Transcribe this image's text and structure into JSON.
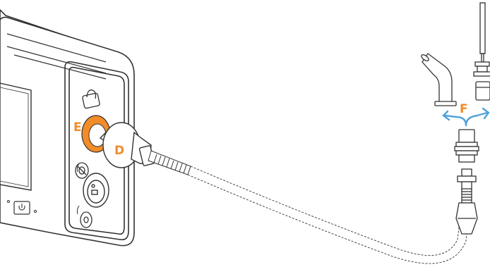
{
  "labels": {
    "e": "E",
    "d": "D",
    "f": "F"
  },
  "colors": {
    "accent_orange": "#F28C28",
    "accent_blue": "#4FA3D9",
    "outline": "#333333",
    "device_fill": "#ffffff"
  },
  "icons": {
    "power": "power-icon",
    "lock": "lock-icon"
  }
}
